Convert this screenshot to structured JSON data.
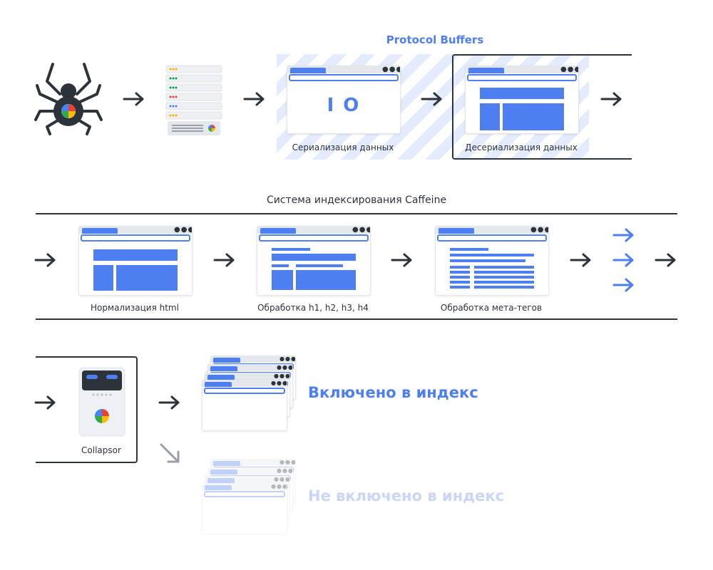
{
  "protocol": {
    "title": "Protocol Buffers",
    "serialize_label": "Сериализация данных",
    "serialize_glyph": "I O",
    "deserialize_label": "Десериализация данных"
  },
  "caffeine": {
    "title": "Система индексирования Caffeine",
    "steps": [
      {
        "label": "Нормализация html"
      },
      {
        "label": "Обработка h1, h2, h3, h4"
      },
      {
        "label": "Обработка мета-тегов"
      }
    ]
  },
  "collapsor": {
    "label": "Collapsor"
  },
  "results": {
    "indexed": "Включено в индекс",
    "not_indexed": "Не включено в индекс"
  },
  "icons": [
    "spider-icon",
    "server-rack-icon",
    "arrow-right-icon",
    "robot-icon"
  ],
  "colors": {
    "accent": "#4e7ff0",
    "dark": "#2d333a",
    "faded": "#c9d6f8",
    "hatch": "#e3ebfd"
  }
}
